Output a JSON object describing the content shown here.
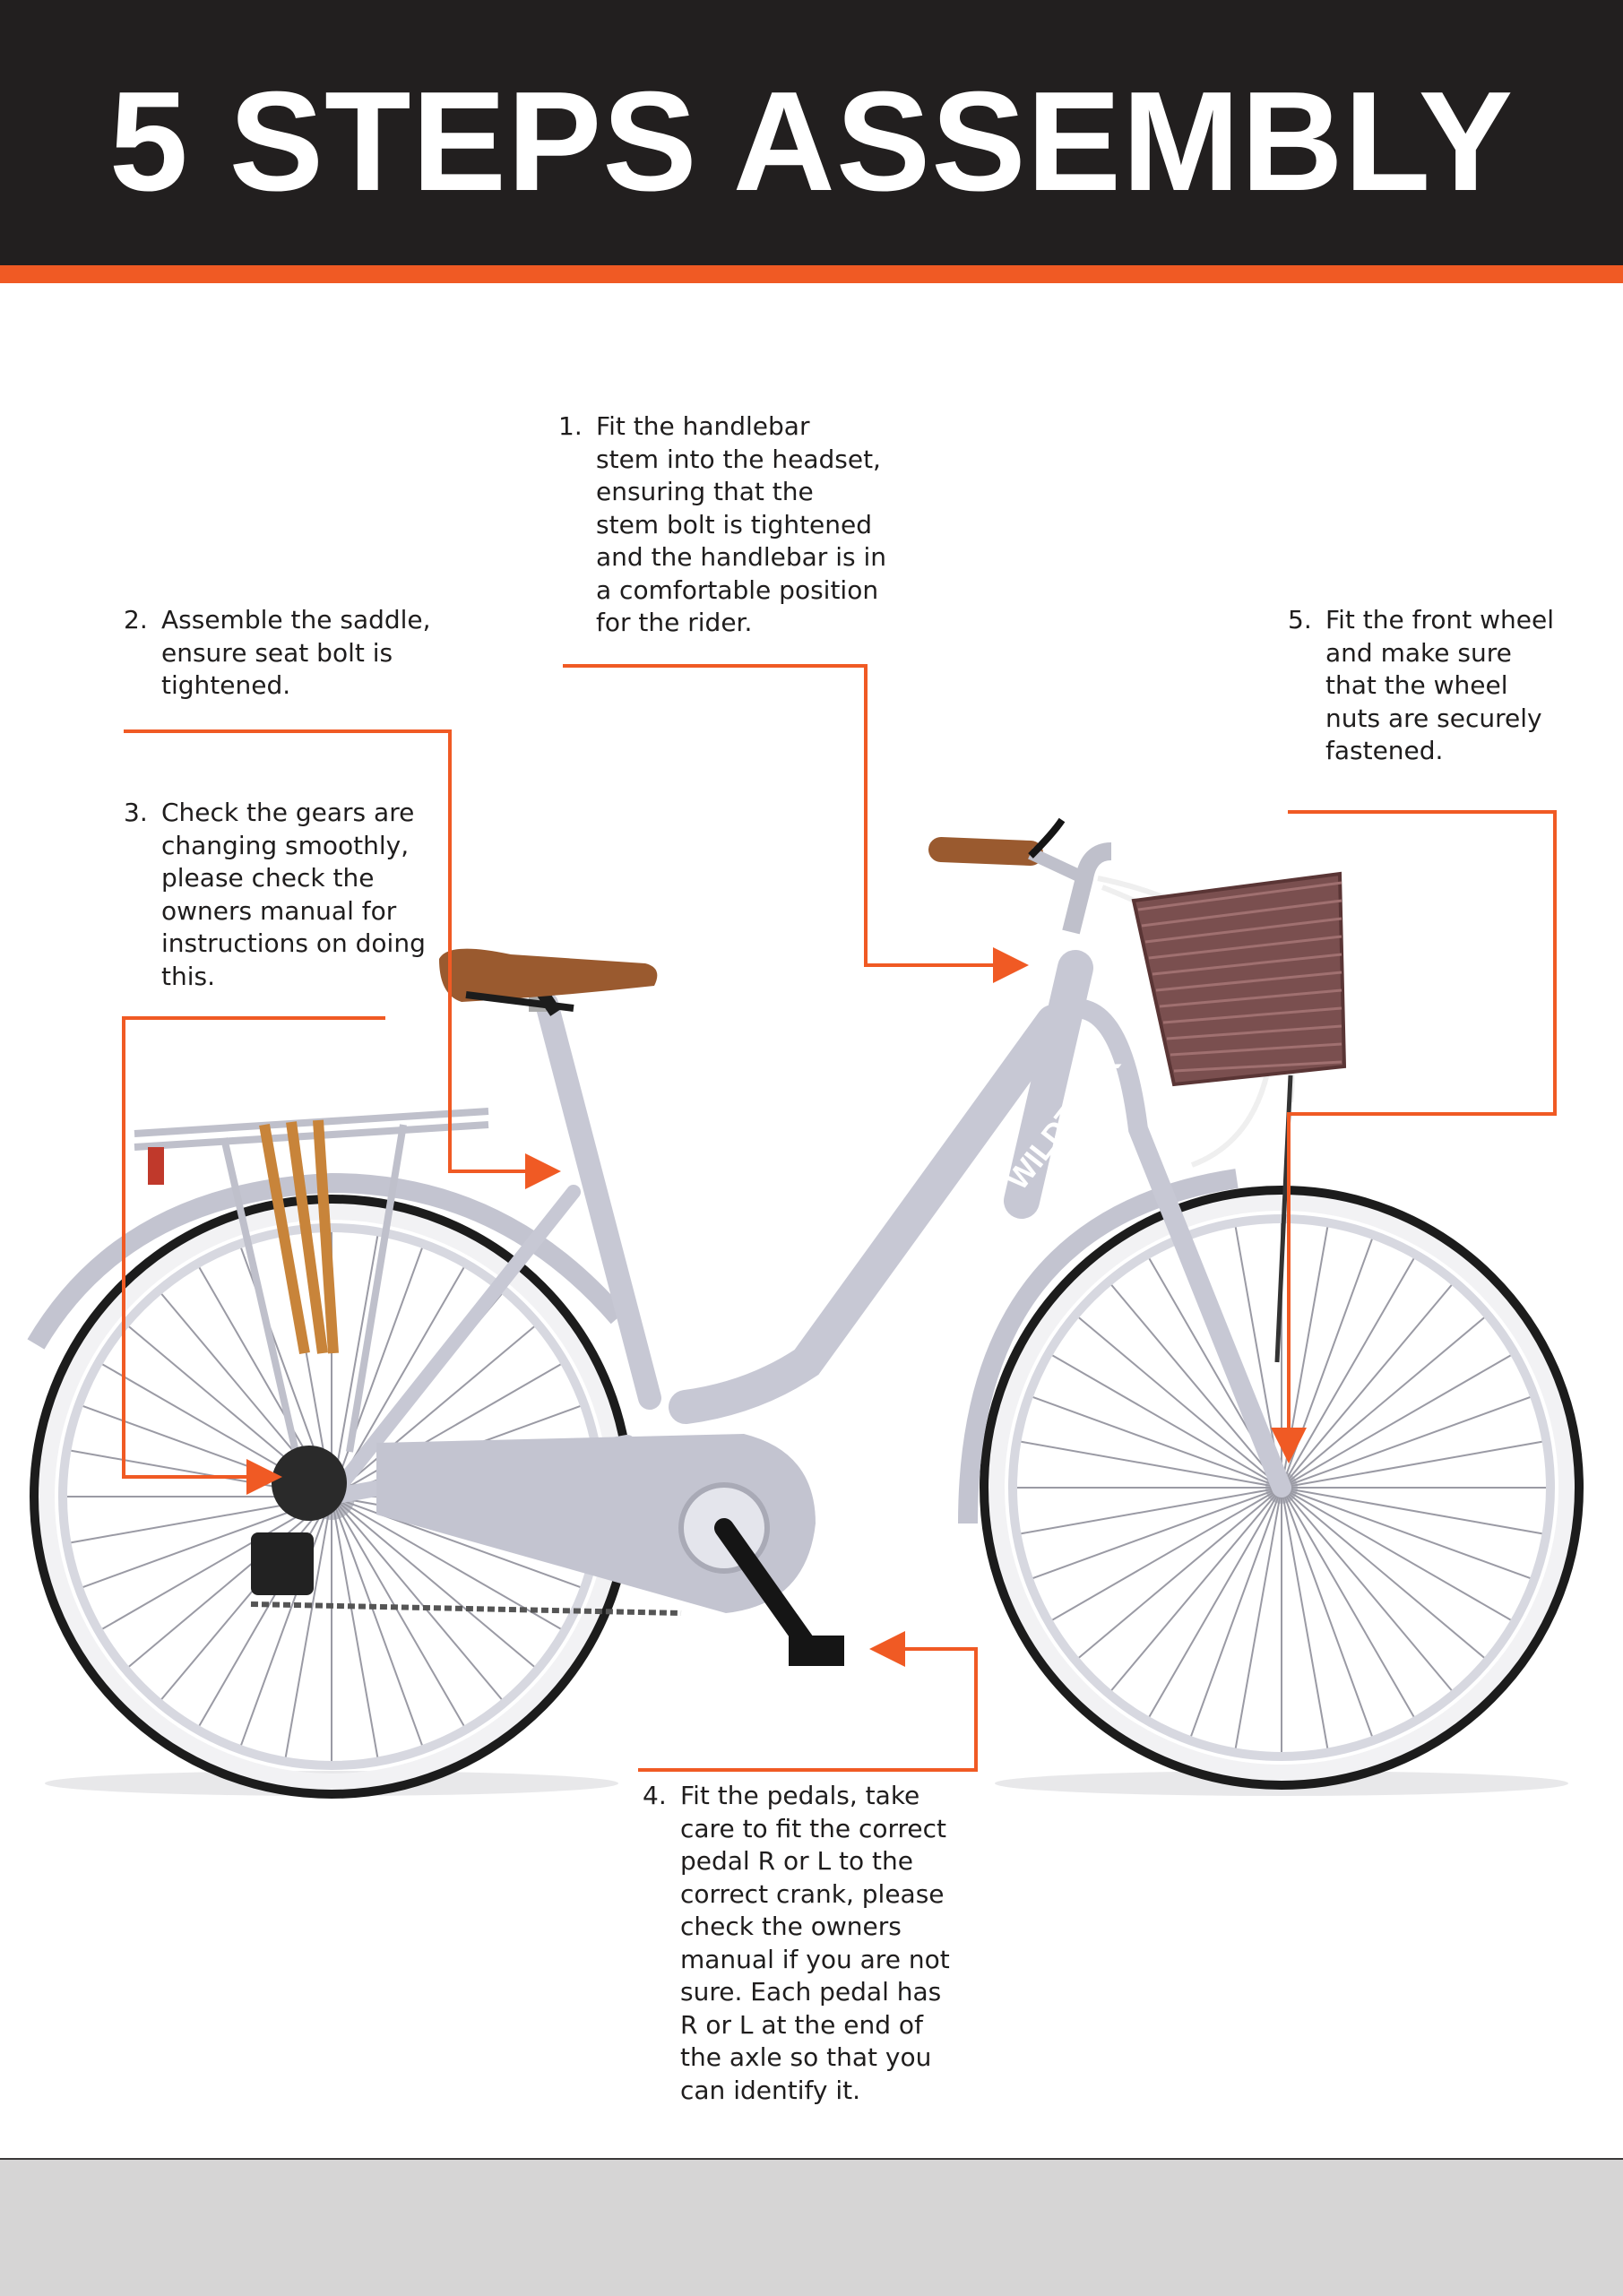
{
  "header": {
    "title": "5 STEPS ASSEMBLY"
  },
  "colors": {
    "header_bg": "#221f1f",
    "accent": "#f05a24",
    "footer_bg": "#d6d5d5",
    "bike_frame": "#c7c8d4",
    "saddle": "#9a5a2f",
    "basket": "#7a4f4f"
  },
  "bike": {
    "brand_text": "WILDTRAK"
  },
  "steps": [
    {
      "number": "1.",
      "text": "Fit the handlebar\nstem into the headset,\nensuring that the\nstem bolt is tightened\nand the handlebar is in\na comfortable position\nfor the rider."
    },
    {
      "number": "2.",
      "text": "Assemble the saddle,\nensure seat bolt is\ntightened."
    },
    {
      "number": "3.",
      "text": "Check the gears are\nchanging smoothly,\nplease check the\nowners manual for\ninstructions on doing\nthis."
    },
    {
      "number": "4.",
      "text": "Fit the pedals, take\ncare to fit the correct\npedal R or L to the\ncorrect crank, please\ncheck the owners\nmanual if you are not\nsure. Each pedal has\nR or L at the end of\nthe axle so that you\ncan identify it."
    },
    {
      "number": "5.",
      "text": "Fit the front wheel\nand make sure\nthat the wheel\nnuts are securely\nfastened."
    }
  ]
}
